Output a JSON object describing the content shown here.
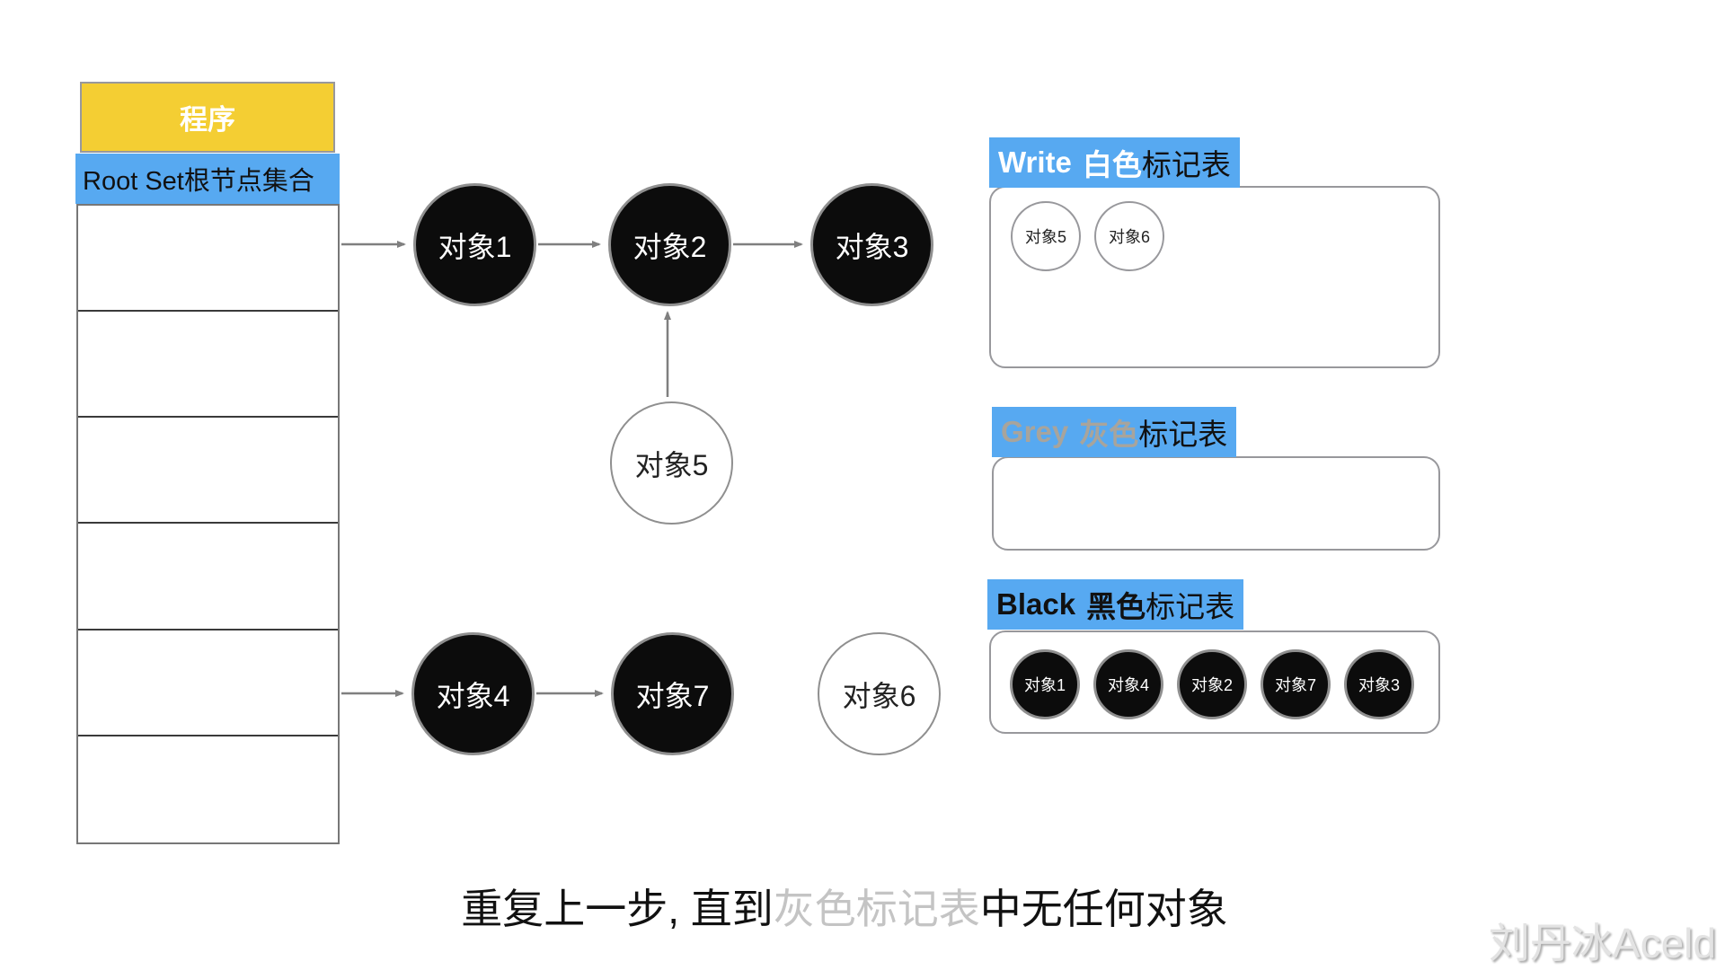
{
  "program": {
    "label": "程序"
  },
  "root_set": {
    "label": "Root Set根节点集合",
    "row_count": 6
  },
  "graph": {
    "nodes": [
      {
        "id": "obj1",
        "label": "对象1",
        "color": "black"
      },
      {
        "id": "obj2",
        "label": "对象2",
        "color": "black"
      },
      {
        "id": "obj3",
        "label": "对象3",
        "color": "black"
      },
      {
        "id": "obj5",
        "label": "对象5",
        "color": "white"
      },
      {
        "id": "obj4",
        "label": "对象4",
        "color": "black"
      },
      {
        "id": "obj7",
        "label": "对象7",
        "color": "black"
      },
      {
        "id": "obj6",
        "label": "对象6",
        "color": "white"
      }
    ],
    "edges": [
      {
        "from": "root-set",
        "to": "obj1"
      },
      {
        "from": "obj1",
        "to": "obj2"
      },
      {
        "from": "obj2",
        "to": "obj3"
      },
      {
        "from": "obj5",
        "to": "obj2"
      },
      {
        "from": "root-set",
        "to": "obj4"
      },
      {
        "from": "obj4",
        "to": "obj7"
      }
    ]
  },
  "mark_tables": {
    "white": {
      "en_label": "Write",
      "cn_label": "白色",
      "suffix": "标记表",
      "items": [
        "对象5",
        "对象6"
      ]
    },
    "grey": {
      "en_label": "Grey",
      "cn_label": "灰色",
      "suffix": "标记表",
      "items": []
    },
    "black": {
      "en_label": "Black",
      "cn_label": "黑色",
      "suffix": "标记表",
      "items": [
        "对象1",
        "对象4",
        "对象2",
        "对象7",
        "对象3"
      ]
    }
  },
  "caption": {
    "part1": "重复上一步, 直到",
    "highlight": "灰色标记表",
    "part2": "中无任何对象"
  },
  "watermark": {
    "text": "刘丹冰Aceld"
  },
  "colors": {
    "accent_blue": "#57A9F1",
    "accent_yellow": "#F4CE33",
    "grey_label_text": "#A8A49C",
    "caption_grey": "#C4C4C4"
  }
}
